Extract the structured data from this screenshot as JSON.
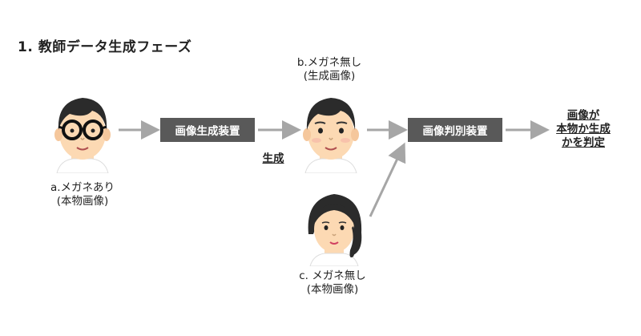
{
  "heading": "1. 教師データ生成フェーズ",
  "process_boxes": {
    "generator": "画像生成装置",
    "discriminator": "画像判別装置"
  },
  "generate_label": "生成",
  "faces": {
    "a": {
      "line1": "a.メガネあり",
      "line2": "(本物画像)"
    },
    "b": {
      "line1": "b.メガネ無し",
      "line2": "(生成画像)"
    },
    "c": {
      "line1": "c. メガネ無し",
      "line2": "(本物画像)"
    }
  },
  "result": {
    "line1": "画像が",
    "line2": "本物か生成",
    "line3": "かを判定"
  },
  "colors": {
    "box_fill": "#595959",
    "arrow": "#a6a6a6",
    "skin": "#fcd9b3",
    "hair": "#2b2b2b",
    "glasses": "#111111",
    "shirt": "#ffffff"
  }
}
